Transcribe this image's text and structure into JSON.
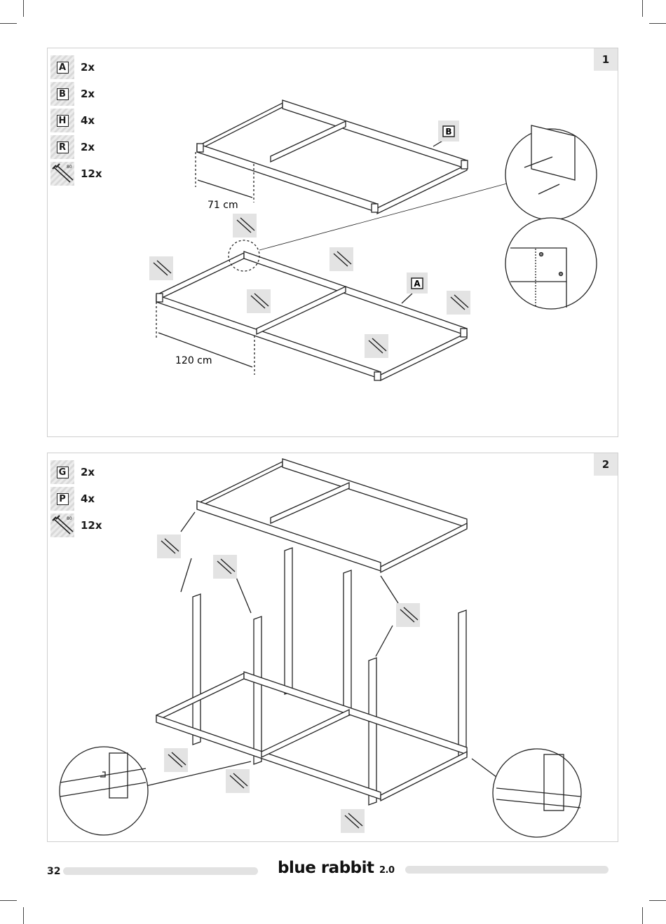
{
  "step1": {
    "number": "1",
    "parts": [
      {
        "letter": "A",
        "qty": "2x"
      },
      {
        "letter": "B",
        "qty": "2x"
      },
      {
        "letter": "H",
        "qty": "4x"
      },
      {
        "letter": "R",
        "qty": "2x"
      }
    ],
    "screw": {
      "size": "80",
      "qty": "12x"
    },
    "label_b": "B",
    "label_a": "A",
    "dim_width": "71 cm",
    "dim_length": "120 cm"
  },
  "step2": {
    "number": "2",
    "parts": [
      {
        "letter": "G",
        "qty": "2x"
      },
      {
        "letter": "P",
        "qty": "4x"
      }
    ],
    "screw": {
      "size": "80",
      "qty": "12x"
    }
  },
  "footer": {
    "page_number": "32",
    "brand": "blue rabbit",
    "brand_version": "2.0"
  }
}
